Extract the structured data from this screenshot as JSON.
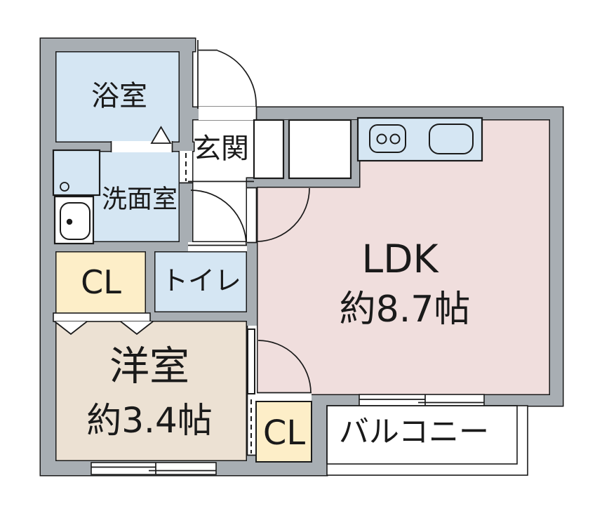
{
  "figure": {
    "type": "apartment-floor-plan"
  },
  "colors": {
    "wall": "#a8aeb3",
    "outline": "#1a1a1a",
    "water": "#d5e6f3",
    "ldk": "#f0dedd",
    "western": "#ece1d3",
    "closet": "#fdeec8",
    "paper": "#ffffff"
  },
  "rooms": {
    "bath": {
      "label": "浴室"
    },
    "entrance": {
      "label": "玄関"
    },
    "washroom": {
      "label": "洗面室"
    },
    "toilet": {
      "label": "トイレ"
    },
    "closet_upper": {
      "label": "CL"
    },
    "western_room": {
      "label": "洋室",
      "size": "約3.4帖"
    },
    "ldk": {
      "label": "LDK",
      "size": "約8.7帖"
    },
    "closet_lower": {
      "label": "CL"
    },
    "balcony": {
      "label": "バルコニー"
    }
  },
  "fixtures": {
    "stove": "gas-stove-two-burners",
    "kitchen_sink": "kitchen-sink",
    "washer_pan": "washing-machine-pan",
    "wash_basin": "wash-basin",
    "shoe_cabinet_small": "entrance-storage-small",
    "shoe_cabinet_large": "entrance-storage-large",
    "bath_door_marker": "bath-folding-door-marker",
    "sliding_windows": "double-sliding-window",
    "folding_closet_doors": "closet-folding-doors"
  }
}
